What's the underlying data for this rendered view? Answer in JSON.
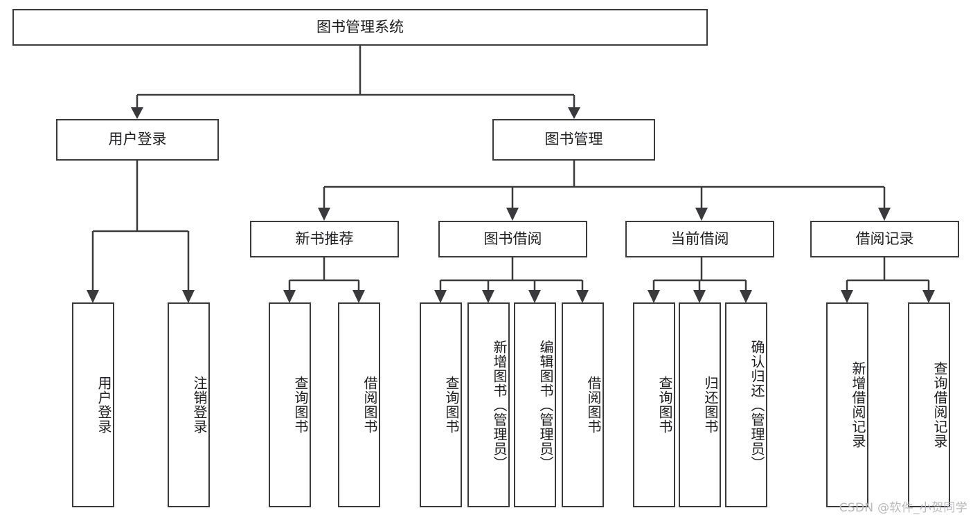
{
  "diagram": {
    "title_text": "图书管理系统",
    "type": "tree-hierarchy-diagram",
    "watermark": "CSDN @软件_小贺同学",
    "colors": {
      "stroke": "#3a3a3c",
      "box_fill": "#ffffff",
      "text": "#1d1d1f",
      "background": "#ffffff",
      "watermark": "#b9b9bb"
    },
    "levels": {
      "root": "图书管理系统",
      "level2": [
        "用户登录",
        "图书管理"
      ],
      "level3": [
        "新书推荐",
        "图书借阅",
        "当前借阅",
        "借阅记录"
      ]
    },
    "nodes": {
      "root": {
        "label": "图书管理系统"
      },
      "user_login": {
        "label": "用户登录"
      },
      "book_manage": {
        "label": "图书管理"
      },
      "new_book_rec": {
        "label": "新书推荐"
      },
      "book_borrow": {
        "label": "图书借阅"
      },
      "current_borrow": {
        "label": "当前借阅"
      },
      "borrow_record": {
        "label": "借阅记录"
      }
    },
    "leaves": {
      "user_login": [
        {
          "label": "用户登录"
        },
        {
          "label": "注销登录"
        }
      ],
      "new_book_rec": [
        {
          "label": "查询图书"
        },
        {
          "label": "借阅图书"
        }
      ],
      "book_borrow": [
        {
          "label": "查询图书"
        },
        {
          "label": "新增图书（管理员）"
        },
        {
          "label": "编辑图书（管理员）"
        },
        {
          "label": "借阅图书"
        }
      ],
      "current_borrow": [
        {
          "label": "查询图书"
        },
        {
          "label": "归还图书"
        },
        {
          "label": "确认归还（管理员）"
        }
      ],
      "borrow_record": [
        {
          "label": "新增借阅记录"
        },
        {
          "label": "查询借阅记录"
        }
      ]
    }
  }
}
